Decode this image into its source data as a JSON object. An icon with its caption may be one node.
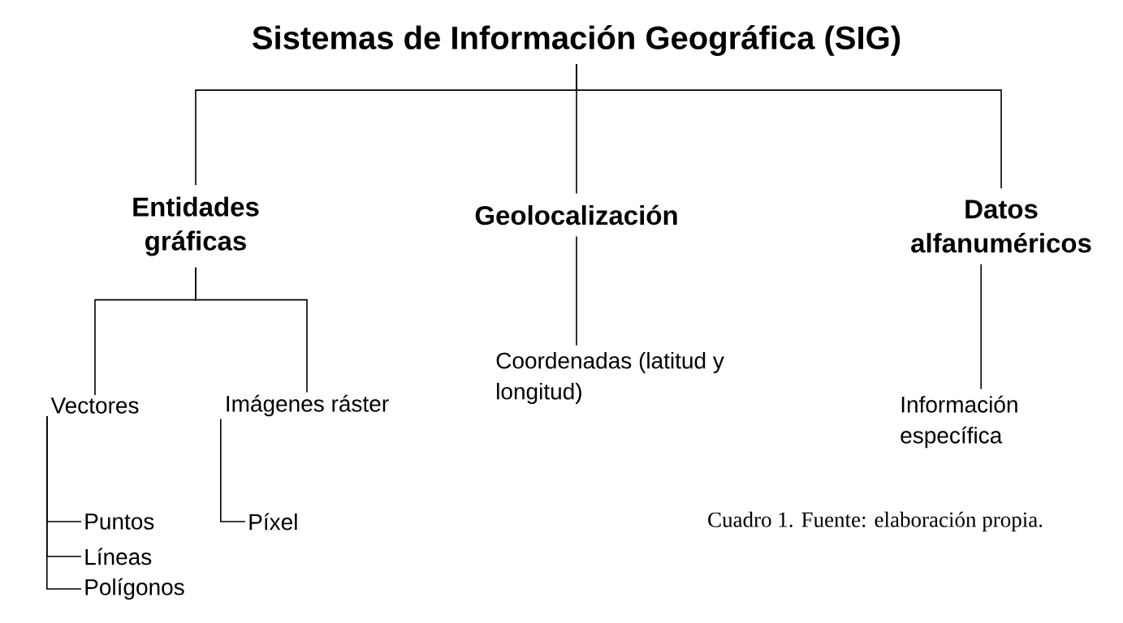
{
  "diagram": {
    "caption": "Cuadro 1. Fuente: elaboración propia.",
    "nodes": [
      {
        "text": [
          "Sistemas de Información Geográfica (SIG)"
        ]
      },
      {
        "text": [
          "Entidades gráficas"
        ]
      },
      {
        "text": [
          "Geolocalización"
        ]
      },
      {
        "text": [
          "Datos alfanuméricos"
        ]
      },
      {
        "text": [
          "Vectores"
        ]
      },
      {
        "text": [
          "Imágenes ráster"
        ]
      },
      {
        "text": [
          "Coordenadas (latitud y longitud)"
        ]
      },
      {
        "text": [
          "Información específica"
        ]
      },
      {
        "text": [
          "Puntos"
        ]
      },
      {
        "text": [
          "Líneas"
        ]
      },
      {
        "text": [
          "Polígonos"
        ]
      },
      {
        "text": [
          "Píxel"
        ]
      }
    ],
    "edges": [
      {
        "from": 0,
        "to": 1,
        "arrow": "none"
      },
      {
        "from": 0,
        "to": 2,
        "arrow": "none"
      },
      {
        "from": 0,
        "to": 3,
        "arrow": "none"
      },
      {
        "from": 1,
        "to": 4,
        "arrow": "none"
      },
      {
        "from": 1,
        "to": 5,
        "arrow": "none"
      },
      {
        "from": 2,
        "to": 6,
        "arrow": "none"
      },
      {
        "from": 3,
        "to": 7,
        "arrow": "none"
      },
      {
        "from": 4,
        "to": 8,
        "arrow": "none"
      },
      {
        "from": 4,
        "to": 9,
        "arrow": "none"
      },
      {
        "from": 4,
        "to": 10,
        "arrow": "none"
      },
      {
        "from": 5,
        "to": 11,
        "arrow": "none"
      }
    ]
  }
}
